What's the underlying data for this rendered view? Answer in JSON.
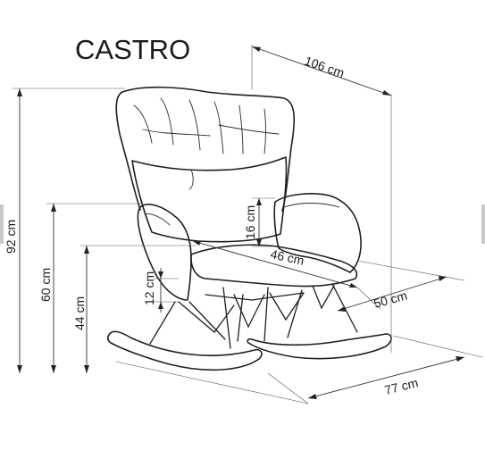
{
  "product": {
    "name": "CASTRO"
  },
  "dimensions": {
    "width": "106 cm",
    "height": "92 cm",
    "seat_to_floor_front": "60 cm",
    "seat_height": "44 cm",
    "cushion_height": "16 cm",
    "seat_width": "46 cm",
    "seat_thickness": "12 cm",
    "depth": "50 cm",
    "rocker_length": "77 cm"
  }
}
